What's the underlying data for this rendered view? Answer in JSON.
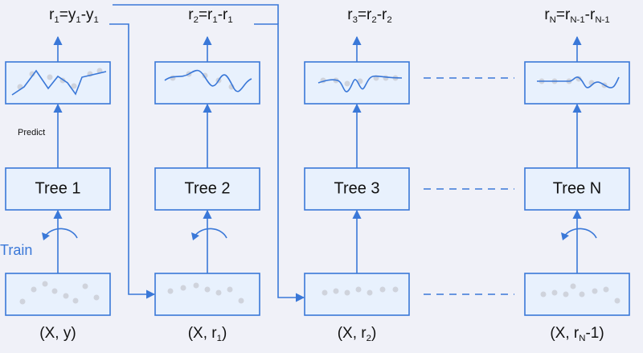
{
  "formulas": [
    {
      "r": "r",
      "rs": "1",
      "eq": "=",
      "a": "y",
      "as": "1",
      "op": "-",
      "b": "y",
      "bs": "1"
    },
    {
      "r": "r",
      "rs": "2",
      "eq": "=",
      "a": "r",
      "as": "1",
      "op": "-",
      "b": "r",
      "bs": "1"
    },
    {
      "r": "r",
      "rs": "3",
      "eq": "=",
      "a": "r",
      "as": "2",
      "op": "-",
      "b": "r",
      "bs": "2"
    },
    {
      "r": "r",
      "rs": "N",
      "eq": "=",
      "a": "r",
      "as": "N-1",
      "op": "-",
      "b": "r",
      "bs": "N-1"
    }
  ],
  "trees": [
    "Tree 1",
    "Tree 2",
    "Tree 3",
    "Tree N"
  ],
  "datasets": [
    {
      "pre": "(X, y)",
      "sub": "",
      "post": ""
    },
    {
      "pre": "(X, r",
      "sub": "1",
      "post": ")"
    },
    {
      "pre": "(X, r",
      "sub": "2",
      "post": ")"
    },
    {
      "pre": "(X, r",
      "sub": "N",
      "post": "-1)"
    }
  ],
  "labels": {
    "predict": "Predict",
    "train": "Train"
  },
  "colors": {
    "accent": "#3a78d8",
    "box_fill": "#e8f1fd",
    "points": "#cfd3dc"
  }
}
